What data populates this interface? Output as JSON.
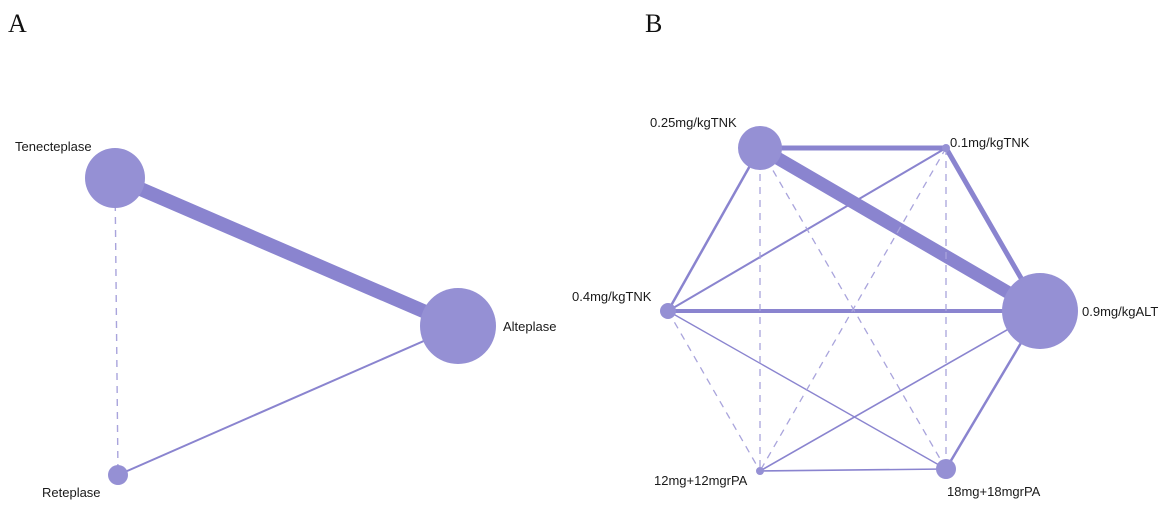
{
  "colors": {
    "node": "#9590d4",
    "edge": "#8a84cf",
    "edge_dashed": "#a9a4dc"
  },
  "panels": [
    {
      "letter": "A",
      "nodes": [
        {
          "id": "tenecteplase",
          "label": "Tenecteplase"
        },
        {
          "id": "alteplase",
          "label": "Alteplase"
        },
        {
          "id": "reteplase",
          "label": "Reteplase"
        }
      ],
      "edges": [
        {
          "from": "tenecteplase",
          "to": "alteplase",
          "style": "solid"
        },
        {
          "from": "reteplase",
          "to": "alteplase",
          "style": "solid"
        },
        {
          "from": "tenecteplase",
          "to": "reteplase",
          "style": "dashed"
        }
      ]
    },
    {
      "letter": "B",
      "nodes": [
        {
          "id": "tnk025",
          "label": "0.25mg/kgTNK"
        },
        {
          "id": "tnk01",
          "label": "0.1mg/kgTNK"
        },
        {
          "id": "tnk04",
          "label": "0.4mg/kgTNK"
        },
        {
          "id": "alt09",
          "label": "0.9mg/kgALT"
        },
        {
          "id": "rpa12",
          "label": "12mg+12mgrPA"
        },
        {
          "id": "rpa18",
          "label": "18mg+18mgrPA"
        }
      ],
      "edges": [
        {
          "from": "tnk025",
          "to": "alt09",
          "style": "solid"
        },
        {
          "from": "tnk025",
          "to": "tnk01",
          "style": "solid"
        },
        {
          "from": "tnk01",
          "to": "alt09",
          "style": "solid"
        },
        {
          "from": "tnk04",
          "to": "alt09",
          "style": "solid"
        },
        {
          "from": "tnk04",
          "to": "tnk025",
          "style": "solid"
        },
        {
          "from": "tnk04",
          "to": "tnk01",
          "style": "solid"
        },
        {
          "from": "alt09",
          "to": "rpa18",
          "style": "solid"
        },
        {
          "from": "rpa12",
          "to": "alt09",
          "style": "solid"
        },
        {
          "from": "rpa12",
          "to": "rpa18",
          "style": "solid"
        },
        {
          "from": "rpa18",
          "to": "tnk04",
          "style": "solid"
        },
        {
          "from": "tnk025",
          "to": "rpa12",
          "style": "dashed"
        },
        {
          "from": "tnk025",
          "to": "rpa18",
          "style": "dashed"
        },
        {
          "from": "tnk01",
          "to": "rpa12",
          "style": "dashed"
        },
        {
          "from": "tnk01",
          "to": "rpa18",
          "style": "dashed"
        },
        {
          "from": "tnk04",
          "to": "rpa12",
          "style": "dashed"
        }
      ]
    }
  ]
}
